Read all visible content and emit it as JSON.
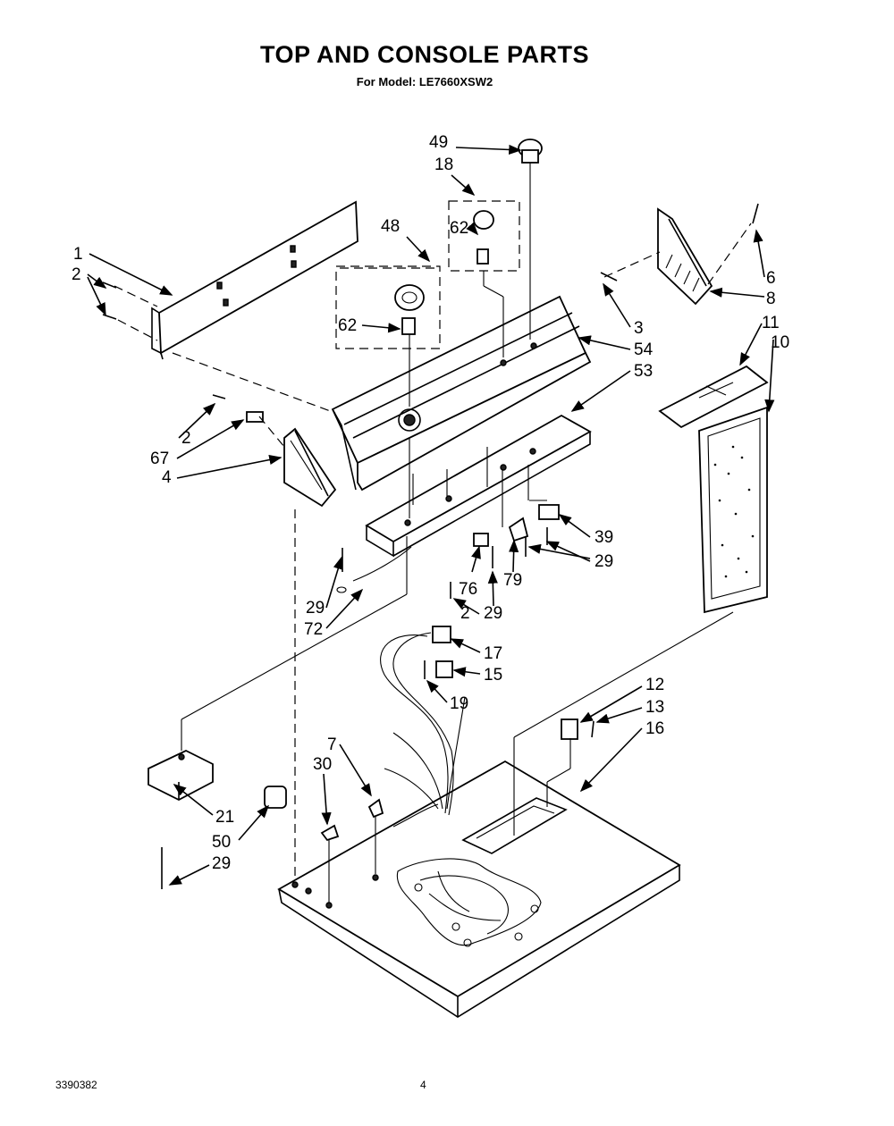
{
  "header": {
    "title": "TOP AND CONSOLE PARTS",
    "subtitle": "For Model: LE7660XSW2"
  },
  "footer": {
    "document_number": "3390382",
    "page_number": "4"
  },
  "callouts": [
    "1",
    "2",
    "2",
    "2",
    "3",
    "4",
    "6",
    "7",
    "8",
    "10",
    "11",
    "12",
    "13",
    "15",
    "16",
    "17",
    "18",
    "19",
    "21",
    "29",
    "29",
    "29",
    "29",
    "30",
    "39",
    "48",
    "49",
    "50",
    "53",
    "54",
    "62",
    "62",
    "67",
    "72",
    "76",
    "79"
  ]
}
